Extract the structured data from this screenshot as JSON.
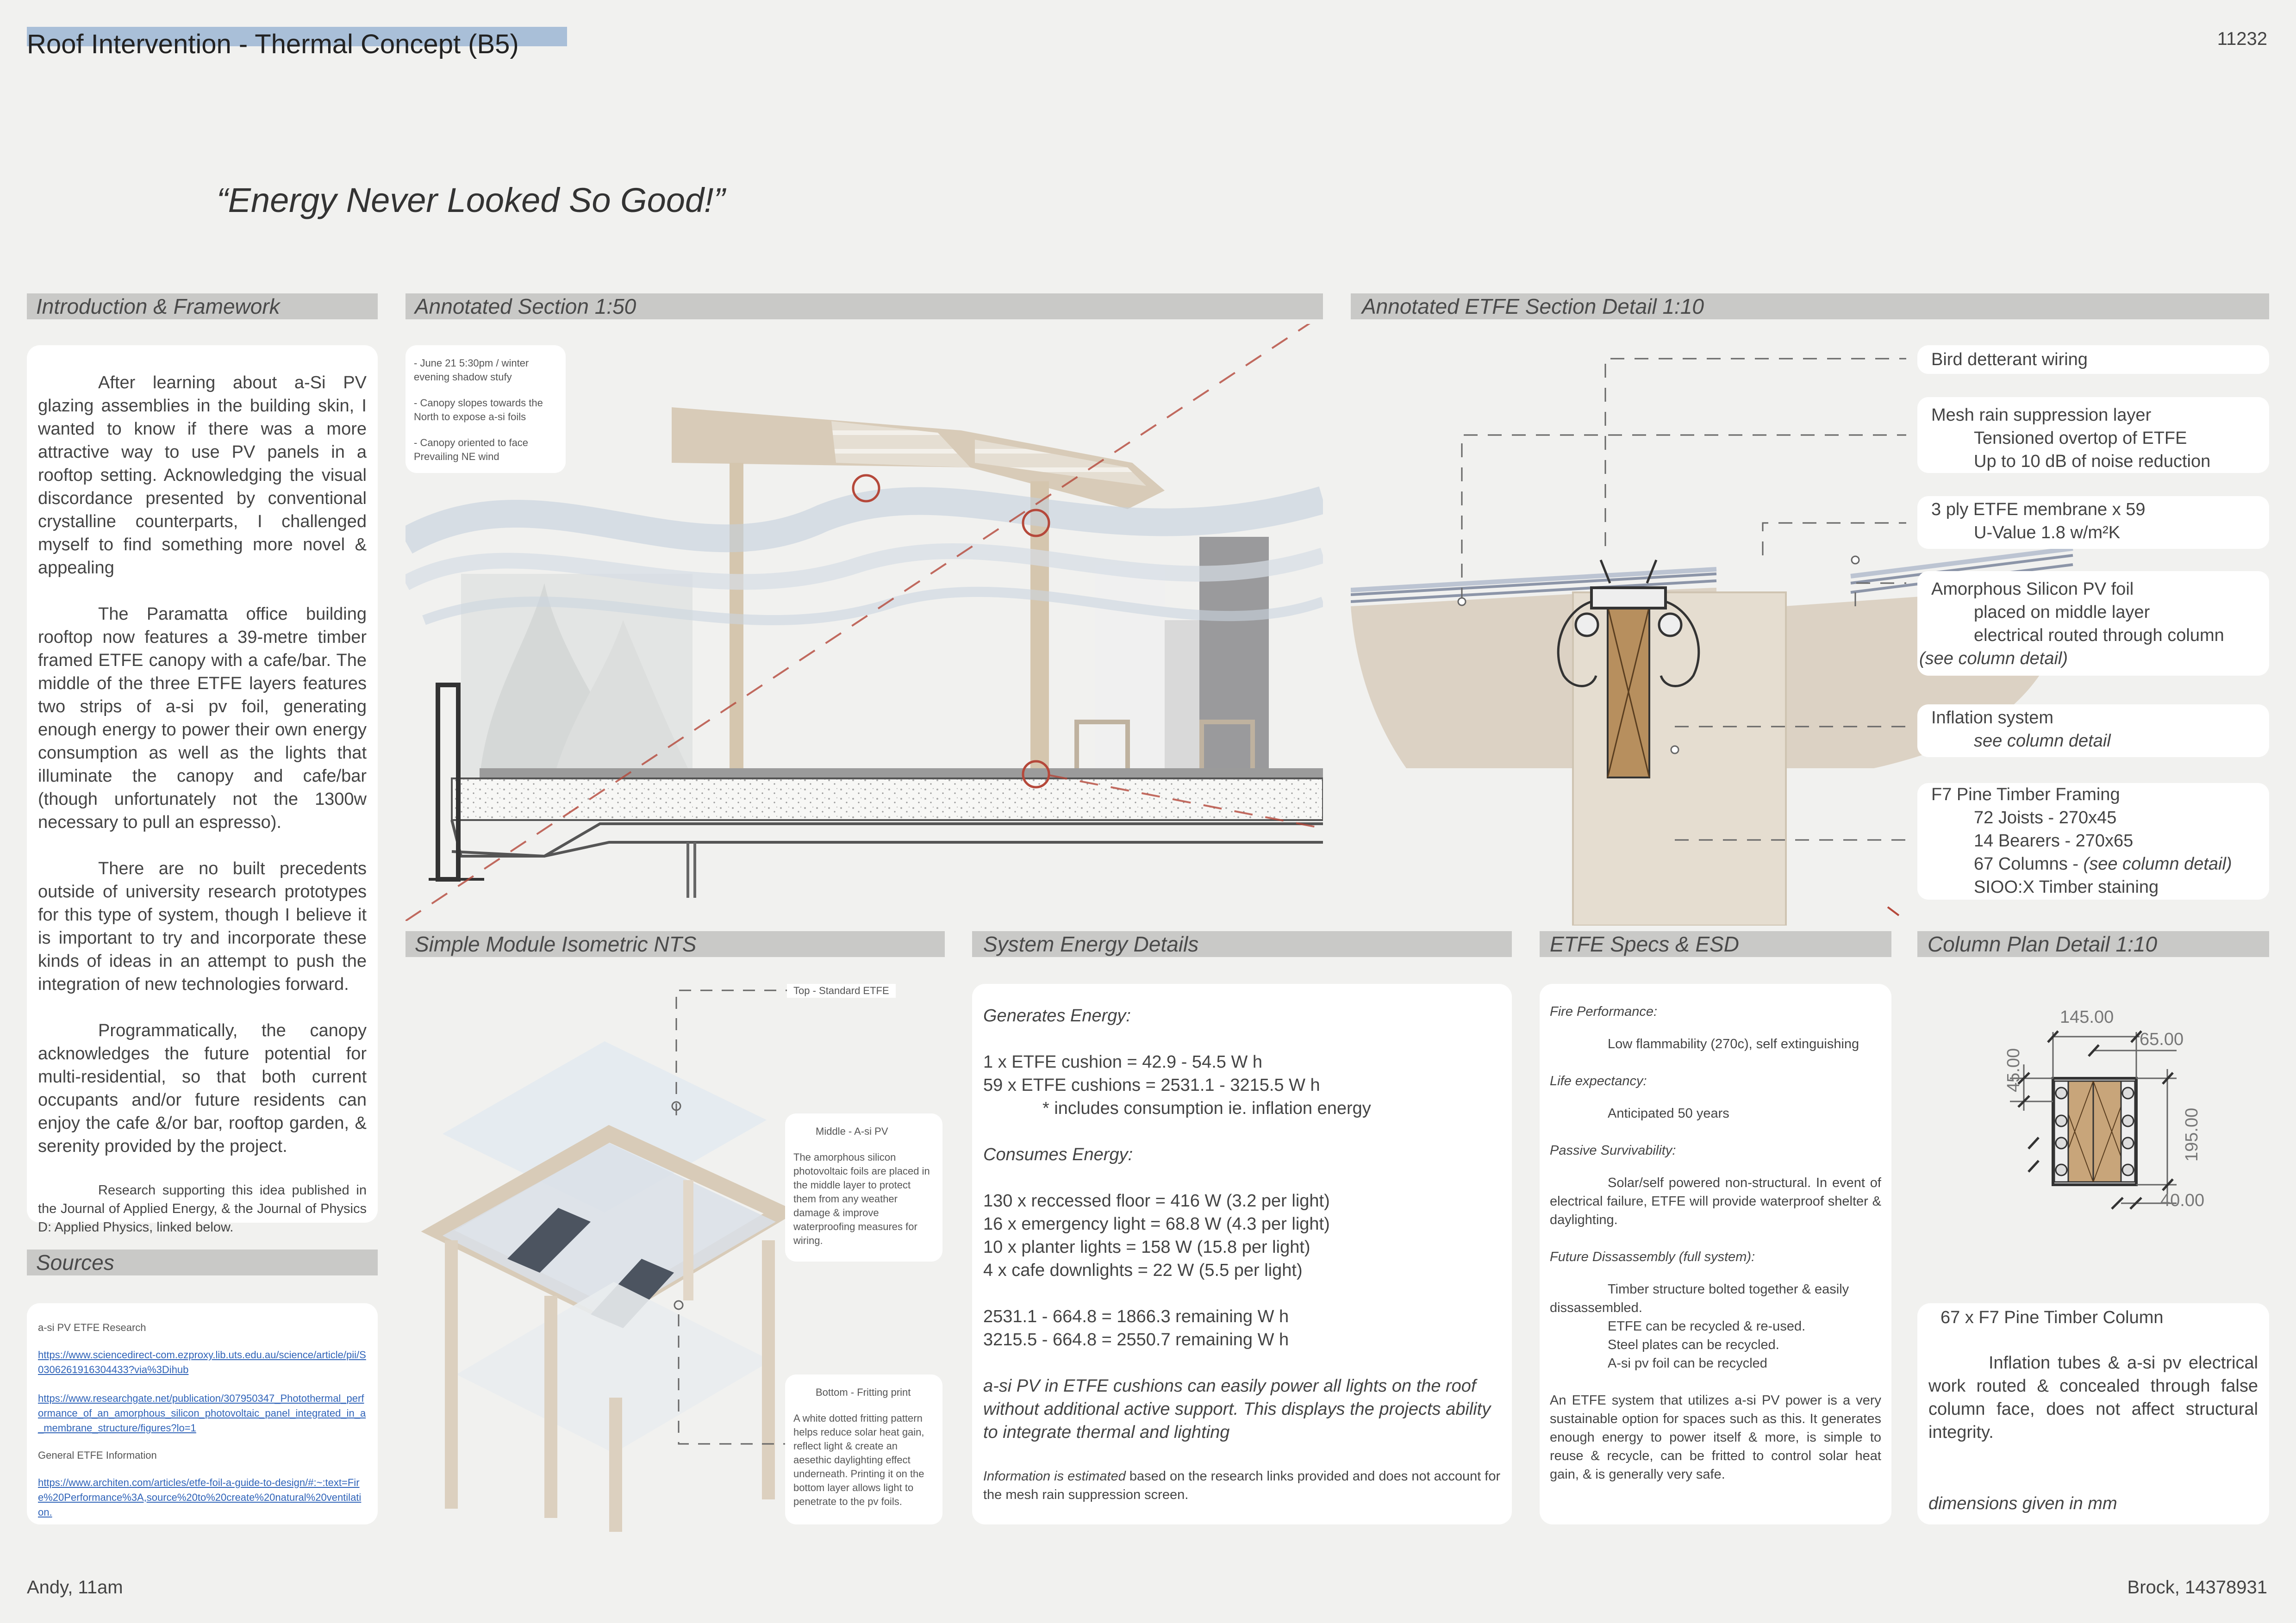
{
  "sheet": {
    "title": "Roof Intervention - Thermal Concept (B5)",
    "number": "11232",
    "tagline": "“Energy Never Looked So Good!”",
    "footer_left": "Andy, 11am",
    "footer_right": "Brock, 14378931"
  },
  "intro": {
    "heading": "Introduction & Framework",
    "p1": "After learning about a-Si PV glazing assemblies in the building skin, I wanted to know if there was a more attractive way to use PV panels in a rooftop setting. Acknowledging the visual discordance presented by conventional crystalline counterparts, I challenged myself to find something more novel & appealing",
    "p2": "The Paramatta office building rooftop now features a 39-metre timber framed ETFE canopy with a cafe/bar. The middle of the three ETFE layers features two strips of a-si pv foil, generating enough energy to power their own energy consumption as well as the lights that illuminate the canopy and cafe/bar (though unfortunately not the 1300w necessary to pull an espresso).",
    "p3": "There are no built precedents outside of university research prototypes for this type of system, though I believe it is important to try and incorporate these kinds of ideas in an attempt to push the integration of new technologies forward.",
    "p4": "Programmatically, the canopy acknowledges the future potential for multi-residential, so that both current occupants and/or future residents can enjoy the cafe &/or bar, rooftop garden, & serenity provided by the project.",
    "p5": "Research supporting this idea published in the Journal of Applied Energy, & the Journal of Physics D: Applied Physics, linked below."
  },
  "sources": {
    "heading": "Sources",
    "group1": "a-si PV ETFE Research",
    "link1": "https://www.sciencedirect-com.ezproxy.lib.uts.edu.au/science/article/pii/S0306261916304433?via%3Dihub",
    "link2": "https://www.researchgate.net/publication/307950347_Photothermal_performance_of_an_amorphous_silicon_photovoltaic_panel_integrated_in_a_membrane_structure/figures?lo=1",
    "group2": "General ETFE  Information",
    "link3": "https://www.architen.com/articles/etfe-foil-a-guide-to-design/#:~:text=Fire%20Performance%3A,source%20to%20create%20natural%20ventilation."
  },
  "section": {
    "heading": "Annotated Section 1:50",
    "note1": "- June 21 5:30pm / winter evening shadow stufy",
    "note2": "- Canopy slopes towards the North to expose a-si foils",
    "note3": "- Canopy oriented to face Prevailing NE wind"
  },
  "detail": {
    "heading": "Annotated ETFE Section Detail 1:10",
    "l1": "Bird detterant wiring",
    "l2a": "Mesh rain suppression layer",
    "l2b": "Tensioned overtop of ETFE",
    "l2c": "Up to 10 dB of noise reduction",
    "l3a": "3 ply ETFE membrane x 59",
    "l3b": "U-Value 1.8 w/m²K",
    "l4a": "Amorphous Silicon PV foil",
    "l4b": "placed on middle layer",
    "l4c": "electrical routed through column",
    "l4d": "(see column detail)",
    "l5a": "Inflation system",
    "l5b": "see column detail",
    "l6a": "F7 Pine Timber Framing",
    "l6b": "72 Joists - 270x45",
    "l6c": "14 Bearers - 270x65",
    "l6d1": "67 Columns - ",
    "l6d2": "(see column detail)",
    "l6e": "SIOO:X Timber staining"
  },
  "iso": {
    "heading": "Simple Module Isometric NTS",
    "top": "Top - Standard ETFE",
    "mid_title": "Middle - A-si PV",
    "mid_body": "The amorphous silicon photovoltaic foils are placed in the middle layer to protect them from any weather damage & improve waterproofing measures for wiring.",
    "bot_title": "Bottom - Fritting print",
    "bot_body": "A white dotted fritting pattern helps reduce solar heat gain, reflect light & create an aesethic daylighting effect underneath. Printing it on the bottom layer allows light to penetrate to the pv foils."
  },
  "energy": {
    "heading": "System Energy Details",
    "gen": "Generates Energy:",
    "g1": "1 x ETFE cushion = 42.9 - 54.5 W h",
    "g2": "59 x ETFE cushions = 2531.1 - 3215.5 W h",
    "g3": "* includes consumption ie. inflation energy",
    "con": "Consumes Energy:",
    "c1": "130 x reccessed floor = 416 W (3.2 per light)",
    "c2": "16 x emergency light = 68.8 W (4.3 per light)",
    "c3": "10 x planter lights  = 158 W (15.8 per light)",
    "c4": "4 x cafe downlights = 22 W (5.5 per light)",
    "r1": "2531.1 - 664.8 = 1866.3 remaining W h",
    "r2": "3215.5 - 664.8 = 2550.7 remaining W h",
    "concl": "a-si PV in ETFE cushions can easily power all lights on the roof without additional active support. This displays the projects ability to integrate thermal and lighting",
    "foot_it": "Information is estimated",
    "foot_rest": " based on the research links provided and does not account for the mesh rain suppression screen."
  },
  "specs": {
    "heading": "ETFE Specs & ESD",
    "fire_l": "Fire Performance:",
    "fire": "Low flammability (270c), self extinguishing",
    "life_l": "Life expectancy:",
    "life": "Anticipated 50 years",
    "pass_l": "Passive Survivability:",
    "pass": "Solar/self powered non-structural. In event of electrical failure, ETFE will provide waterproof shelter & daylighting.",
    "fut_l": "Future Dissassembly (full system):",
    "fut1": "Timber structure bolted together & easily dissassembled.",
    "fut2": "ETFE can be recycled & re-used.",
    "fut3": "Steel plates can be recycled.",
    "fut4": "A-si pv foil can be recycled",
    "summary": "An ETFE system that utilizes a-si PV power is a very sustainable option for spaces such as this. It generates enough energy to power itself & more, is simple to reuse & recycle, can be fritted to control solar heat gain, & is generally very safe."
  },
  "column": {
    "heading": "Column Plan Detail 1:10",
    "d1": "145.00",
    "d2": "65.00",
    "d3": "45.00",
    "d4": "195.00",
    "d5": "40.00",
    "title": "67 x F7 Pine Timber Column",
    "body": "Inflation tubes & a-si pv electrical work routed & concealed through false column face, does not affect structural integrity.",
    "units": "dimensions given in mm"
  },
  "colors": {
    "header_bar": "#c9c9c7",
    "title_highlight": "#a9bfd8",
    "timber": "#d8cbb8",
    "red_marker": "#b5483a",
    "link": "#2f63b8"
  }
}
